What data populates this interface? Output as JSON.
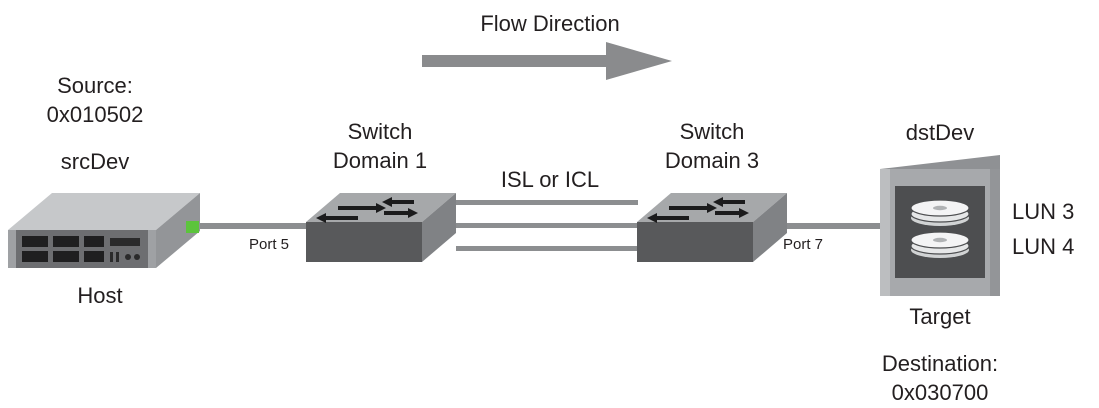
{
  "flow": {
    "label": "Flow Direction"
  },
  "source": {
    "title": "Source:",
    "address": "0x010502",
    "device": "srcDev",
    "caption": "Host"
  },
  "switch1": {
    "line1": "Switch",
    "line2": "Domain 1",
    "port": "Port 5"
  },
  "switch3": {
    "line1": "Switch",
    "line2": "Domain 3",
    "port": "Port 7"
  },
  "link": {
    "label": "ISL or ICL"
  },
  "destination": {
    "device": "dstDev",
    "caption": "Target",
    "title": "Destination:",
    "address": "0x030700"
  },
  "luns": [
    "LUN 3",
    "LUN 4"
  ],
  "colors": {
    "arrow": "#8a8b8d",
    "switch_front": "#58595b",
    "switch_top": "#a6a8aa",
    "port_green": "#5cc43c"
  }
}
